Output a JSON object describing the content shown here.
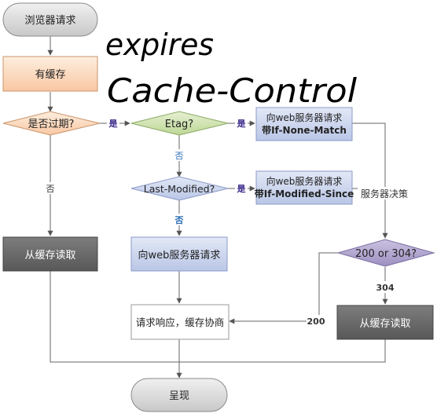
{
  "nodes": {
    "browser_request": "浏览器请求",
    "has_cache": "有缓存",
    "is_expired": "是否过期?",
    "etag": "Etag?",
    "req_if_none_match_line1": "向web服务器请求",
    "req_if_none_match_line2": "带If-None-Match",
    "last_modified": "Last-Modified?",
    "req_if_modified_since_line1": "向web服务器请求",
    "req_if_modified_since_line2": "带If-Modified-Since",
    "read_cache_left": "从缓存读取",
    "request_server": "向web服务器请求",
    "response_negotiate": "请求响应，缓存协商",
    "status_200_304": "200 or 304?",
    "read_cache_right": "从缓存读取",
    "present": "呈现"
  },
  "edge_labels": {
    "expired_yes": "是",
    "etag_yes": "是",
    "etag_no": "否",
    "lastmod_yes": "是",
    "lastmod_no": "否",
    "not_expired": "否",
    "server_decides": "服务器决策",
    "code_304": "304",
    "code_200": "200"
  },
  "annotations": {
    "handwritten_line1": "expires",
    "handwritten_line2": "Cache-Control"
  },
  "colors": {
    "orange_fill": "#fde2cd",
    "green_fill": "#d5e6b8",
    "blue_fill": "#c8d4ee",
    "dark_fill": "#6b6b6b",
    "purple_fill": "#b3a7cf",
    "grey_fill": "#dddddd",
    "label_yes": "#3c2a8a",
    "label_no": "#2b6fb5"
  }
}
